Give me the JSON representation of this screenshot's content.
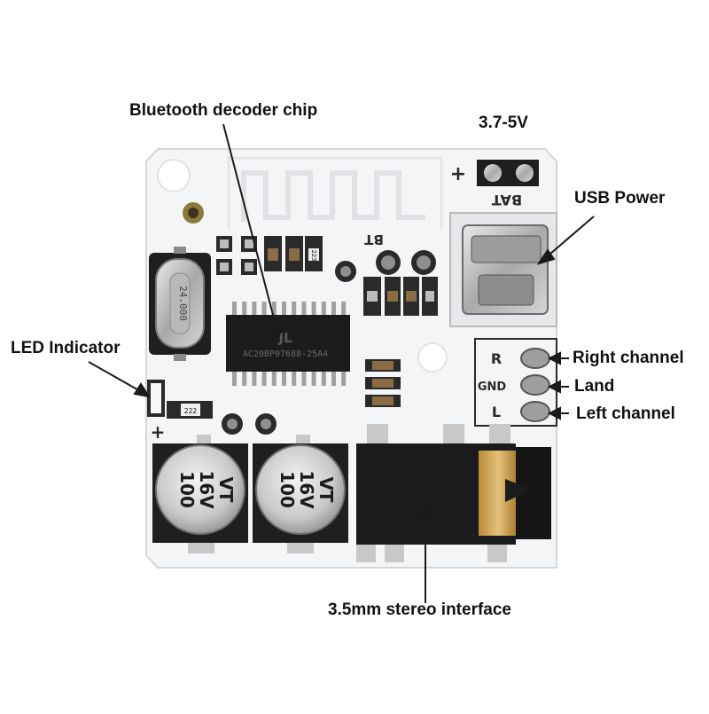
{
  "callouts": {
    "chip": "Bluetooth decoder chip",
    "voltage": "3.7-5V",
    "usb": "USB Power",
    "led": "LED Indicator",
    "right": "Right channel",
    "land": "Land",
    "left": "Left channel",
    "jack": "3.5mm stereo interface"
  },
  "silkscreen": {
    "bat": "BAT",
    "bt": "BT",
    "plus": "+",
    "r": "R",
    "gnd": "GND",
    "l": "L",
    "led_plus": "+"
  },
  "markings": {
    "crystal": "24.000",
    "chip_logo": "JL",
    "chip_part": "AC20BP07688-25A4",
    "resistor_a": "223",
    "resistor_b": "222",
    "cap_left": [
      "100",
      "16V",
      "VT"
    ],
    "cap_right": [
      "100",
      "16V",
      "VT"
    ]
  },
  "colors": {
    "board": "#f4f5f7",
    "trace": "#e6e8ec",
    "pad": "#cfcfcf",
    "component_black": "#1c1c1e",
    "label_text": "#111111",
    "callout_line": "#1a1a1a"
  }
}
